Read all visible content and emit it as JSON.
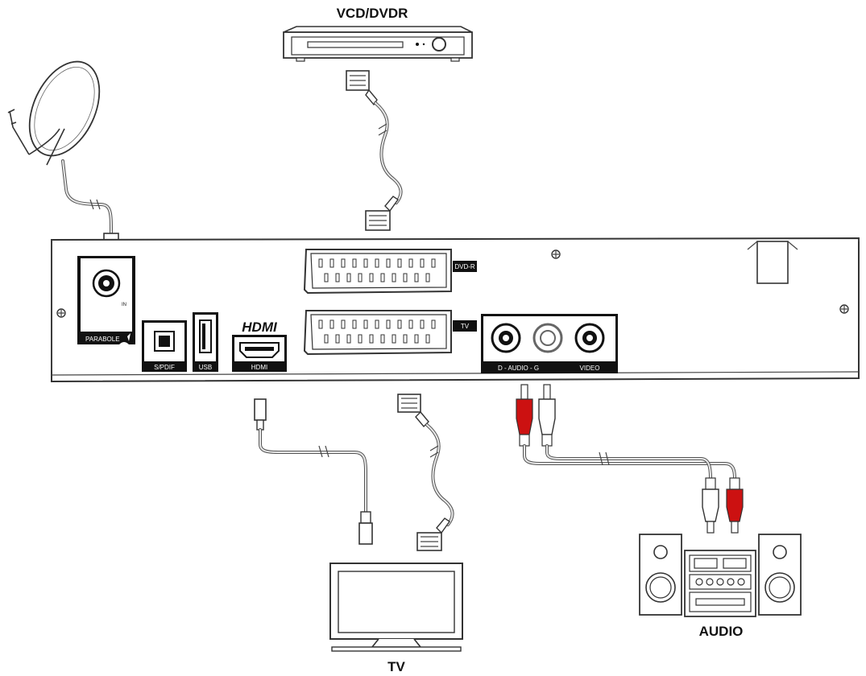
{
  "devices": {
    "vcd_dvdr": "VCD/DVDR",
    "tv": "TV",
    "audio": "AUDIO"
  },
  "ports": {
    "in": "IN",
    "parabole": "PARABOLE",
    "spdif": "S/PDIF",
    "usb": "USB",
    "hdmi_logo": "HDMI",
    "hdmi": "HDMI",
    "dvd_r": "DVD-R",
    "tv": "TV",
    "audio_dg": "D - AUDIO - G",
    "video": "VIDEO"
  },
  "colors": {
    "line": "#333333",
    "rca_red": "#cc1111",
    "rca_white": "#ffffff"
  }
}
